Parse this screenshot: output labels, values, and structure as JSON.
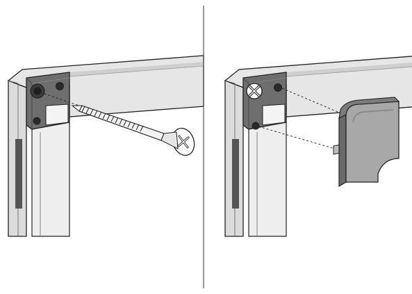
{
  "diagram": {
    "type": "assembly-instructions",
    "panels": [
      {
        "id": "step-1",
        "shows": [
          "frame-corner",
          "wood-screw"
        ]
      },
      {
        "id": "step-2",
        "shows": [
          "frame-corner",
          "screw-installed",
          "corner-end-cap"
        ]
      }
    ]
  }
}
